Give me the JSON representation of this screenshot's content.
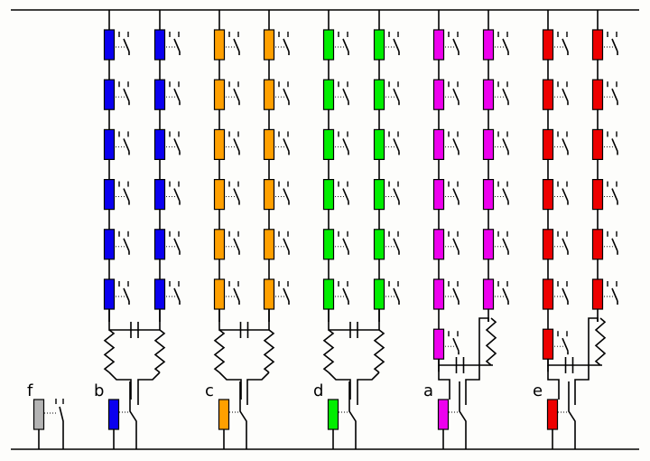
{
  "diagram": {
    "colors": {
      "blue": "#0a00f0",
      "orange": "#ffa000",
      "green": "#00ee00",
      "magenta": "#ee00ee",
      "red": "#ee0000",
      "gray": "#b4b4b4"
    },
    "groups": [
      {
        "label": "b",
        "color": "#0a00f0",
        "variant": "paired",
        "cells_per_string": 6
      },
      {
        "label": "c",
        "color": "#ffa000",
        "variant": "paired",
        "cells_per_string": 6
      },
      {
        "label": "d",
        "color": "#00ee00",
        "variant": "paired",
        "cells_per_string": 6
      },
      {
        "label": "a",
        "color": "#ee00ee",
        "variant": "offset",
        "cells_per_string": 6
      },
      {
        "label": "e",
        "color": "#ee0000",
        "variant": "offset",
        "cells_per_string": 6
      }
    ],
    "standalone": {
      "label": "f",
      "color": "#b4b4b4"
    }
  }
}
